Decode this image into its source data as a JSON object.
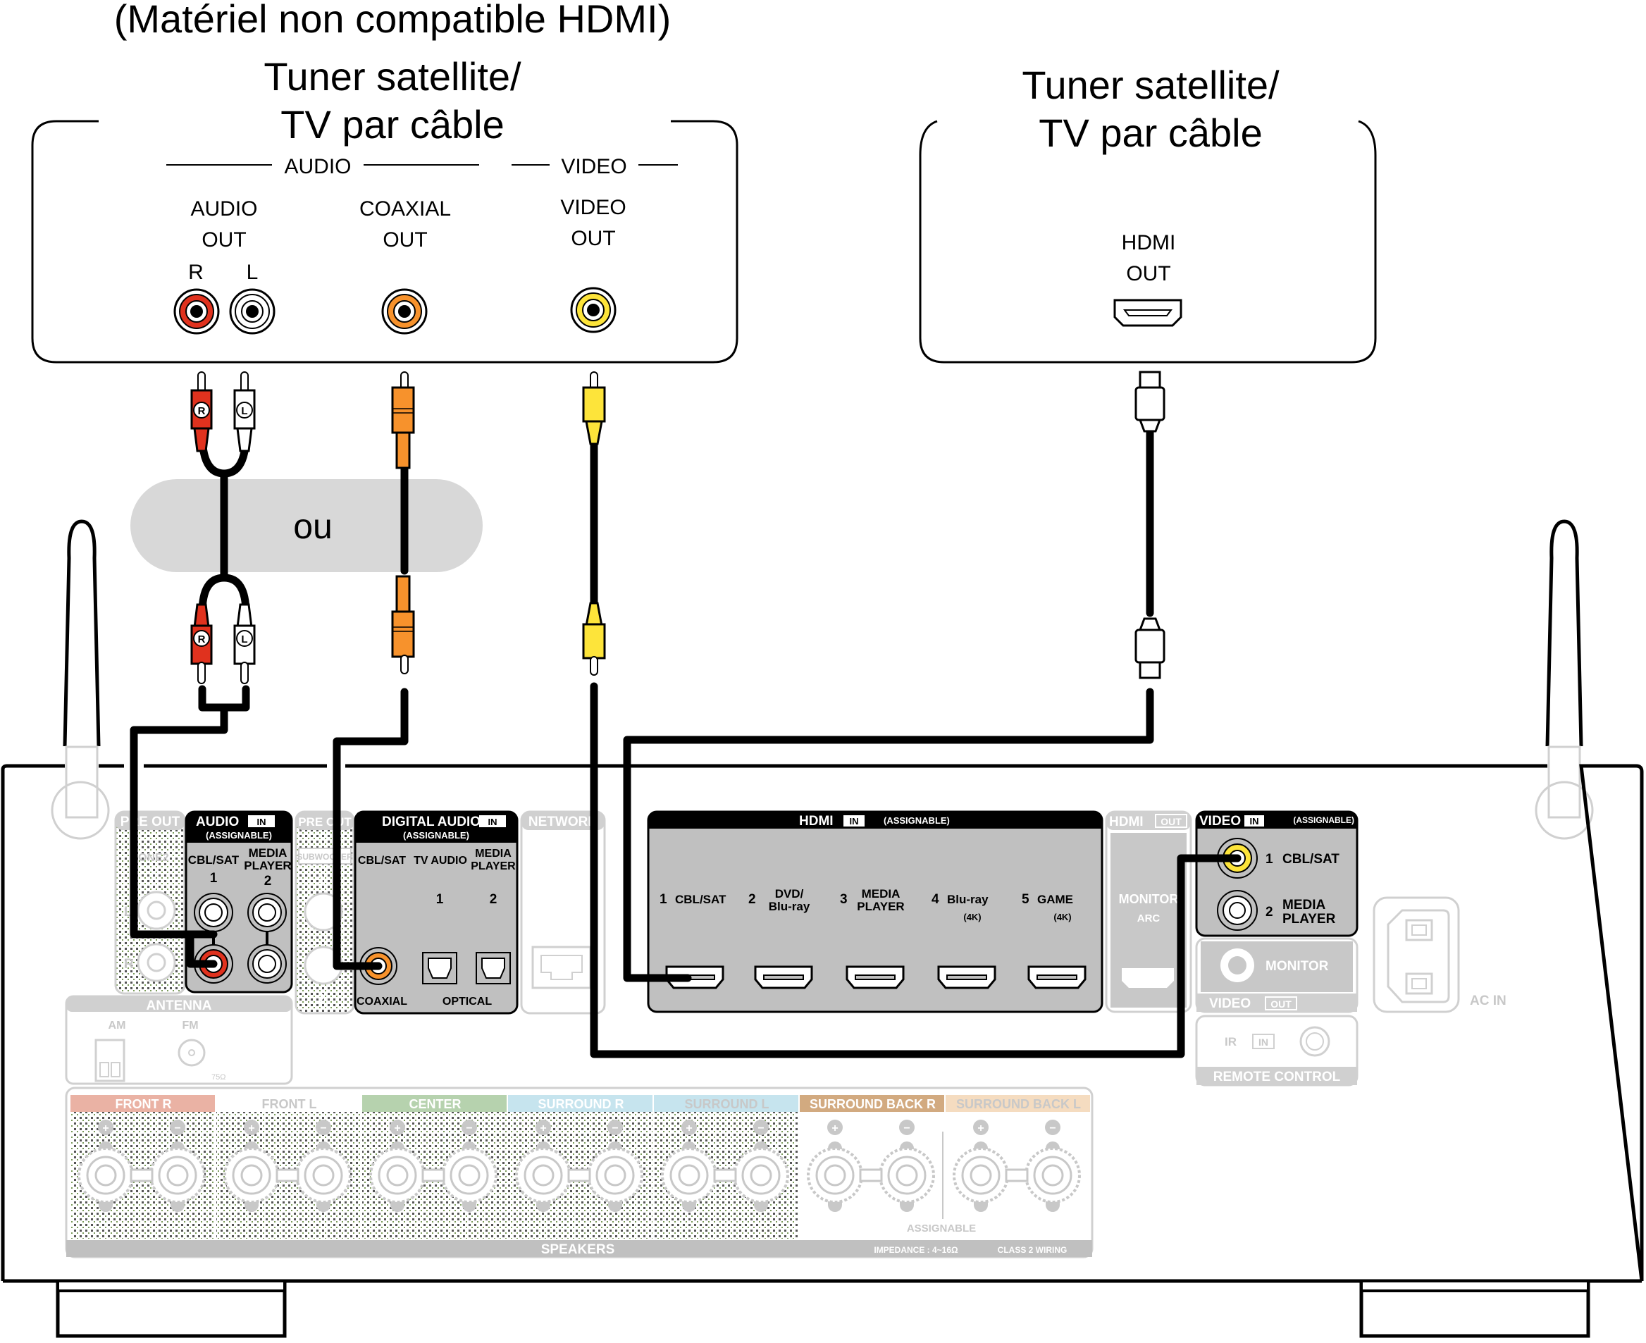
{
  "left_device": {
    "subtitle": "(Matériel non compatible HDMI)",
    "title_line1": "Tuner satellite/",
    "title_line2": "TV par câble",
    "group_audio": "AUDIO",
    "group_video": "VIDEO",
    "audio_out_line1": "AUDIO",
    "audio_out_line2": "OUT",
    "r": "R",
    "l": "L",
    "coaxial_line1": "COAXIAL",
    "coaxial_line2": "OUT",
    "video_line1": "VIDEO",
    "video_line2": "OUT"
  },
  "right_device": {
    "title_line1": "Tuner satellite/",
    "title_line2": "TV par câble",
    "hdmi_line1": "HDMI",
    "hdmi_line2": "OUT"
  },
  "or_label": "ou",
  "plug_labels": {
    "r": "R",
    "l": "L"
  },
  "colors": {
    "red": "#e0321e",
    "white": "#ffffff",
    "orange": "#f7922c",
    "yellow": "#fde43a",
    "panel": "#c0c0c0",
    "ou_bg": "#d8d8d8"
  },
  "receiver": {
    "pre_out": "PRE OUT",
    "zone2": "ZONE2",
    "subwoofer": "SUBWOOFER",
    "pre_l": "L",
    "pre_r": "R",
    "sw1": "1",
    "sw2": "2",
    "audio_in": {
      "title": "AUDIO",
      "badge": "IN",
      "sub": "(ASSIGNABLE)",
      "col1": "CBL/SAT",
      "col1_num": "1",
      "col2a": "MEDIA",
      "col2b": "PLAYER",
      "col2_num": "2"
    },
    "digital_in": {
      "title": "DIGITAL AUDIO",
      "badge": "IN",
      "sub": "(ASSIGNABLE)",
      "col1": "CBL/SAT",
      "col2": "TV AUDIO",
      "col3a": "MEDIA",
      "col3b": "PLAYER",
      "num1": "1",
      "num2": "2",
      "coaxial": "COAXIAL",
      "optical": "OPTICAL"
    },
    "network": "NETWORK",
    "hdmi_in": {
      "title": "HDMI",
      "badge": "IN",
      "sub": "(ASSIGNABLE)",
      "ports": [
        {
          "num": "1",
          "a": "CBL/SAT",
          "b": "",
          "c": ""
        },
        {
          "num": "2",
          "a": "DVD/",
          "b": "Blu-ray",
          "c": ""
        },
        {
          "num": "3",
          "a": "MEDIA",
          "b": "PLAYER",
          "c": ""
        },
        {
          "num": "4",
          "a": "Blu-ray",
          "b": "",
          "c": "(4K)"
        },
        {
          "num": "5",
          "a": "GAME",
          "b": "",
          "c": "(4K)"
        }
      ]
    },
    "hdmi_out": {
      "title": "HDMI",
      "badge": "OUT",
      "monitor": "MONITOR",
      "arc": "ARC"
    },
    "video_in": {
      "title": "VIDEO",
      "badge": "IN",
      "sub": "(ASSIGNABLE)",
      "p1_num": "1",
      "p1": "CBL/SAT",
      "p2_num": "2",
      "p2a": "MEDIA",
      "p2b": "PLAYER"
    },
    "video_out": {
      "monitor": "MONITOR",
      "title": "VIDEO",
      "badge": "OUT"
    },
    "remote": {
      "ir": "IR",
      "badge": "IN",
      "title": "REMOTE CONTROL"
    },
    "ac_in": "AC IN",
    "antenna": {
      "title": "ANTENNA",
      "am": "AM",
      "fm": "FM",
      "ohm": "75Ω"
    },
    "speakers": {
      "title": "SPEAKERS",
      "groups": [
        {
          "label": "FRONT R",
          "color": "#eab2a4",
          "text": "#ffffff"
        },
        {
          "label": "FRONT L",
          "color": "#ffffff",
          "text": "#c8c8c8"
        },
        {
          "label": "CENTER",
          "color": "#b6d2ae",
          "text": "#ffffff"
        },
        {
          "label": "SURROUND R",
          "color": "#c6e4ee",
          "text": "#ffffff"
        },
        {
          "label": "SURROUND L",
          "color": "#c6e4ee",
          "text": "#c8c8c8"
        },
        {
          "label": "SURROUND BACK R",
          "color": "#d2aa80",
          "text": "#ffffff"
        },
        {
          "label": "SURROUND BACK L",
          "color": "#f5dcc0",
          "text": "#c8c8c8"
        }
      ],
      "assignable": "ASSIGNABLE",
      "impedance": "IMPEDANCE : 4~16Ω",
      "wiring": "CLASS 2 WIRING"
    }
  }
}
